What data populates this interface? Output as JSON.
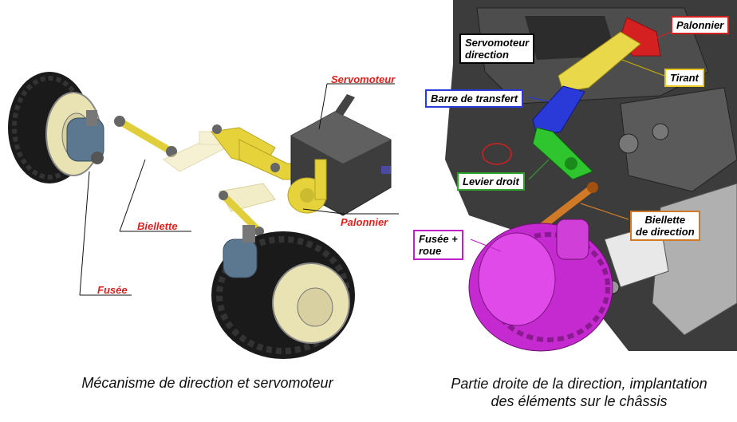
{
  "left": {
    "labels": {
      "servomoteur": "Servomoteur",
      "biellette": "Biellette",
      "palonnier": "Palonnier",
      "fusee": "Fusée"
    },
    "caption": "Mécanisme de direction et servomoteur"
  },
  "right": {
    "labels": {
      "palonnier": "Palonnier",
      "servomoteur_direction": "Servomoteur\ndirection",
      "tirant": "Tirant",
      "barre_transfert": "Barre de transfert",
      "levier_droit": "Levier droit",
      "biellette_direction": "Biellette\nde direction",
      "fusee_roue": "Fusée +\nroue"
    },
    "caption_line1": "Partie droite de la direction, implantation",
    "caption_line2": "des éléments sur le châssis"
  },
  "colors": {
    "label_red": "#e0201e",
    "yellow_part": "#e8d84a",
    "red_part": "#d42020",
    "blue_part": "#2a3ad8",
    "green_part": "#2fc52f",
    "orange_part": "#d07a28",
    "magenta_part": "#d030d8",
    "border_palonnier": "#d42020",
    "border_tirant": "#e8c81c",
    "border_barre": "#2a3ad8",
    "border_levier": "#2fa02f",
    "border_biellette": "#d07a28",
    "border_fusee": "#c020c8"
  }
}
